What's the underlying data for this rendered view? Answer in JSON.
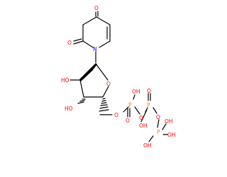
{
  "molecule": {
    "atoms": {
      "o_top": "O",
      "o_left": "O",
      "n1": "N",
      "ho_2p": "HO",
      "ho_3p": "HO",
      "o_ring": "O",
      "o5": "O",
      "p1": "P",
      "oh_p1": "OH",
      "o_p1_dbl": "O",
      "o_bridge1": "O",
      "p2": "P",
      "o_p2_dbl": "O",
      "oh_p2": "OH",
      "o_bridge2": "O",
      "p3": "P",
      "oh_p3_top": "OH",
      "oh_p3_right": "OH",
      "oh_p3_left": "OH"
    },
    "colors": {
      "carbon_bond": "#000000",
      "oxygen": "#ff0000",
      "nitrogen": "#0000ff",
      "phosphorus": "#ff8000"
    }
  }
}
